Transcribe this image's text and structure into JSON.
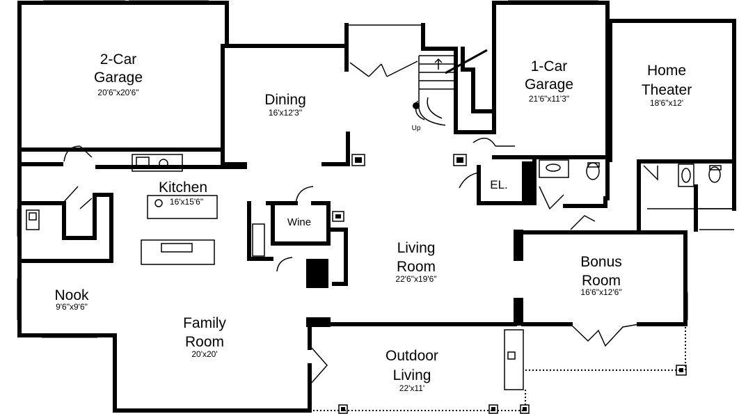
{
  "rooms": {
    "garage2": {
      "name_line1": "2-Car",
      "name_line2": "Garage",
      "dims": "20'6\"x20'6\""
    },
    "dining": {
      "name": "Dining",
      "dims": "16'x12'3\""
    },
    "garage1": {
      "name_line1": "1-Car",
      "name_line2": "Garage",
      "dims": "21'6\"x11'3\""
    },
    "theater": {
      "name_line1": "Home",
      "name_line2": "Theater",
      "dims": "18'6\"x12'"
    },
    "kitchen": {
      "name": "Kitchen",
      "dims": "16'x15'6\""
    },
    "wine": {
      "name": "Wine"
    },
    "living": {
      "name_line1": "Living",
      "name_line2": "Room",
      "dims": "22'6\"x19'6\""
    },
    "bonus": {
      "name_line1": "Bonus",
      "name_line2": "Room",
      "dims": "16'6\"x12'6\""
    },
    "nook": {
      "name": "Nook",
      "dims": "9'6\"x9'6\""
    },
    "family": {
      "name_line1": "Family",
      "name_line2": "Room",
      "dims": "20'x20'"
    },
    "outdoor": {
      "name_line1": "Outdoor",
      "name_line2": "Living",
      "dims": "22'x11'"
    }
  },
  "labels": {
    "elevator": "EL.",
    "stairs_up": "Up"
  }
}
